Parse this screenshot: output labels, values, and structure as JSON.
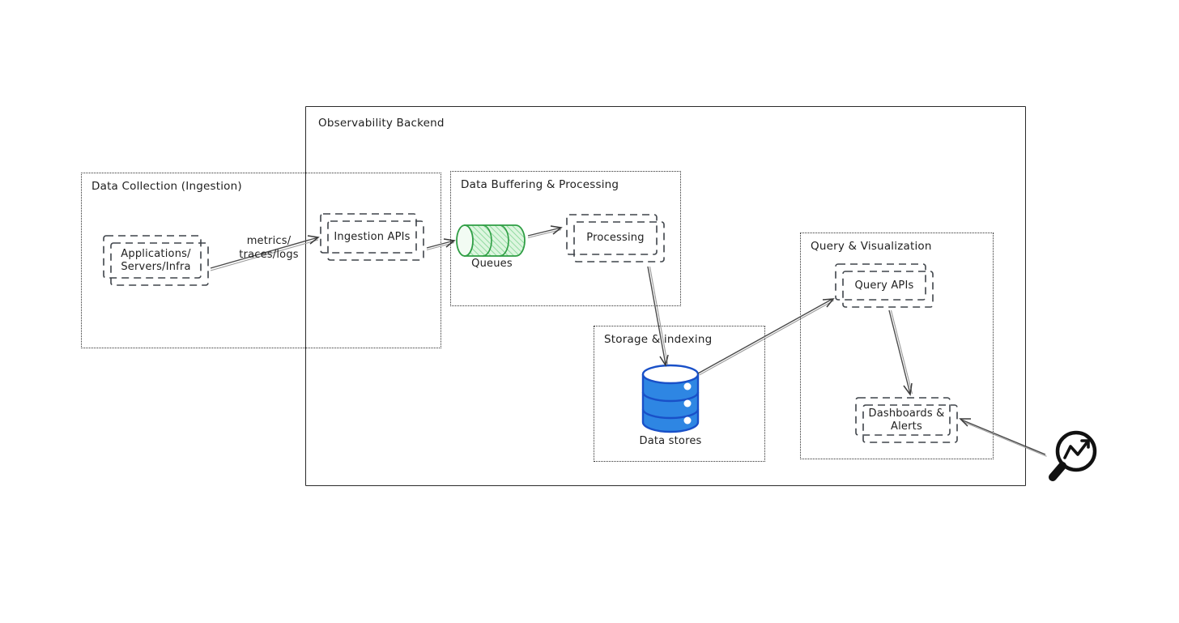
{
  "backend": {
    "title": "Observability Backend"
  },
  "groups": [
    {
      "id": "collection",
      "title": "Data Collection (Ingestion)"
    },
    {
      "id": "buffering",
      "title": "Data Buffering & Processing"
    },
    {
      "id": "storage",
      "title": "Storage & indexing"
    },
    {
      "id": "query",
      "title": "Query & Visualization"
    }
  ],
  "nodes": {
    "apps": {
      "line1": "Applications/",
      "line2": "Servers/Infra"
    },
    "ingestion_apis": {
      "label": "Ingestion APIs"
    },
    "queues": {
      "label": "Queues"
    },
    "processing": {
      "label": "Processing"
    },
    "data_stores": {
      "label": "Data stores"
    },
    "query_apis": {
      "label": "Query APIs"
    },
    "dashboards": {
      "line1": "Dashboards &",
      "line2": "Alerts"
    }
  },
  "edge_labels": {
    "ingest": {
      "line1": "metrics/",
      "line2": "traces/logs"
    }
  },
  "icons": {
    "bottom_right": "magnifying-glass-trend-icon",
    "queues_shape": "queue-cylinder-icon",
    "storage_shape": "database-cylinder-icon"
  },
  "colors": {
    "queue_stroke": "#2f9e44",
    "queue_fill": "#ddf6df",
    "queue_hatch": "#7ed491",
    "db_fill": "#2e86e3",
    "db_stroke": "#1950c8",
    "arrow": "#4a4a4a",
    "arrow_echo": "#9a9a9a",
    "outline": "#2b2b2b"
  }
}
